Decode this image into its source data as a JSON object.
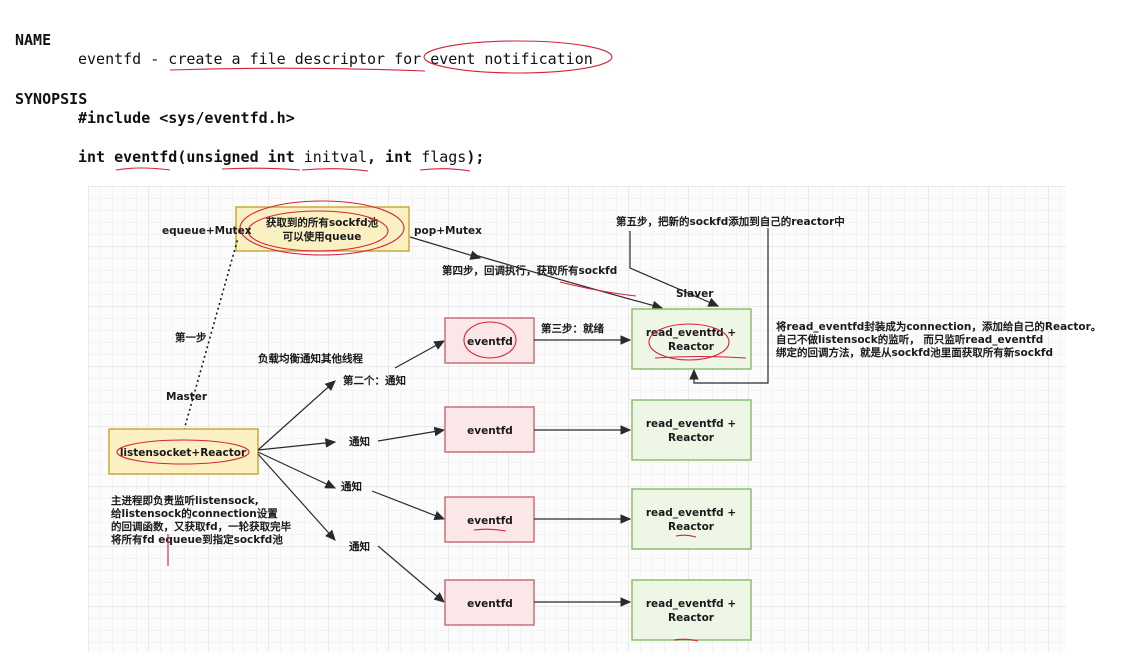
{
  "man": {
    "name_header": "NAME",
    "name_line": "eventfd - create a file descriptor for event notification",
    "synopsis_header": "SYNOPSIS",
    "include_line": "#include <sys/eventfd.h>",
    "proto": {
      "ret": "int ",
      "func": "eventfd",
      "p1": "(unsigned int ",
      "arg1": "initval",
      "p2": ", int ",
      "arg2": "flags",
      "p3": ");"
    }
  },
  "diagram": {
    "queue_box": [
      "获取到的所有sockfd池",
      "可以使用queue"
    ],
    "enqueue_label": "equeue+Mutex",
    "pop_label": "pop+Mutex",
    "step1_label": "第一步",
    "master_label": "Master",
    "listen_box": "listensocket+Reactor",
    "master_note": [
      "主进程即负责监听listensock,",
      "给listensock的connection设置",
      "的回调函数，又获取fd，一轮获取完毕",
      "将所有fd equeue到指定sockfd池"
    ],
    "lb_label": "负载均衡通知其他线程",
    "notify_second": "第二个：通知",
    "notify": "通知",
    "eventfd": "eventfd",
    "step3_label": "第三步：就绪",
    "step4_label": "第四步，回调执行，获取所有sockfd",
    "step5_label": "第五步，把新的sockfd添加到自己的reactor中",
    "slaver_label": "Slaver",
    "reactor_box": [
      "read_eventfd +",
      "Reactor"
    ],
    "slaver_note": [
      "将read_eventfd封装成为connection，添加给自己的Reactor。",
      "自己不做listensock的监听，  而只监听read_eventfd",
      "绑定的回调方法，就是从sockfd池里面获取所有新sockfd"
    ],
    "colors": {
      "red_box_fill": "#fbe6e8",
      "red_box_stroke": "#c9707b",
      "green_box_fill": "#eef6e6",
      "green_box_stroke": "#8cbf6f",
      "yellow_box_fill": "#fbf0c2",
      "yellow_box_stroke": "#c9a93a",
      "annotation_red": "#d6223a"
    }
  }
}
